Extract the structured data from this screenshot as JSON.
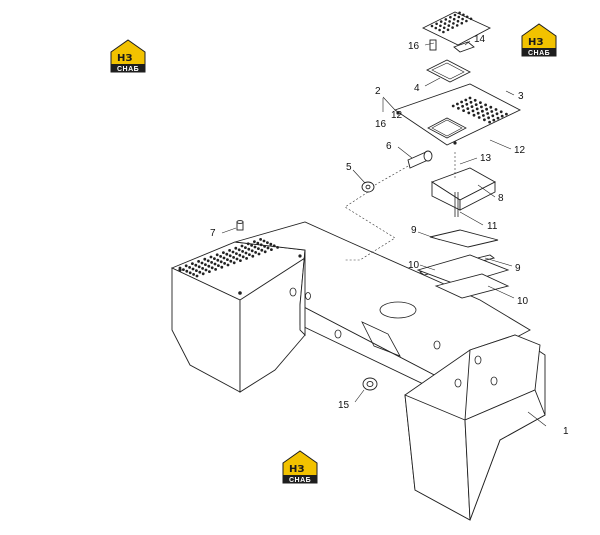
{
  "logo": {
    "mono": "НЗ",
    "text": "СНАБ",
    "color_yellow": "#f2c200",
    "color_dark": "#1e1e1e"
  },
  "callouts": {
    "c1": "1",
    "c2": "2",
    "c3": "3",
    "c4": "4",
    "c5": "5",
    "c6": "6",
    "c7": "7",
    "c8": "8",
    "c9a": "9",
    "c9b": "9",
    "c10a": "10",
    "c10b": "10",
    "c11": "11",
    "c12a": "12",
    "c12b": "12",
    "c13": "13",
    "c14": "14",
    "c15": "15",
    "c16a": "16",
    "c16b": "16"
  }
}
